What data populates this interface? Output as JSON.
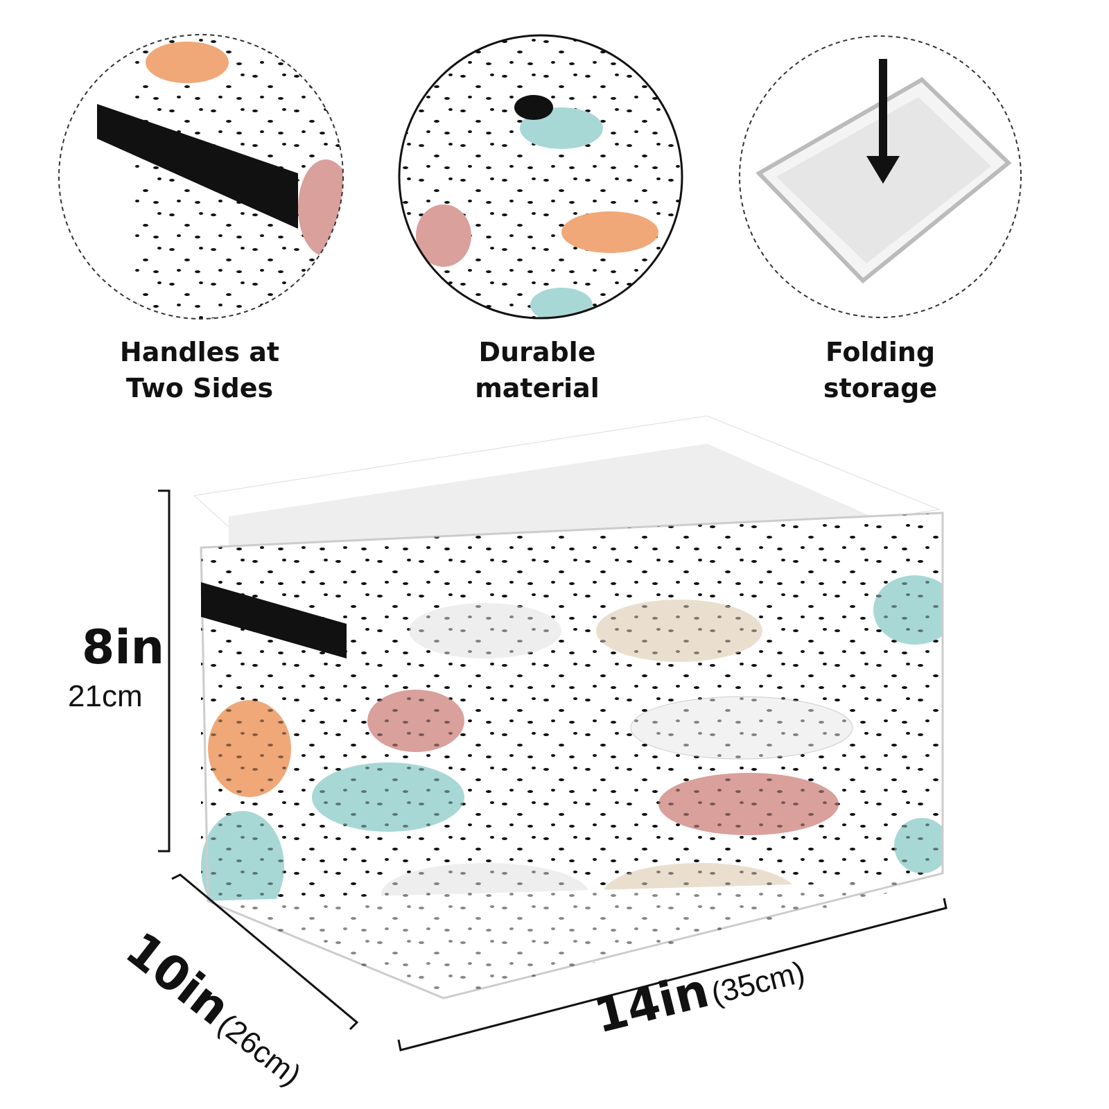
{
  "features": [
    {
      "line1": "Handles at",
      "line2": "Two Sides"
    },
    {
      "line1": "Durable",
      "line2": "material"
    },
    {
      "line1": "Folding",
      "line2": "storage"
    }
  ],
  "dimensions": {
    "height_in": "8in",
    "height_cm": "21cm",
    "depth_in": "10in",
    "depth_cm": "(26cm)",
    "width_in": "14in",
    "width_cm": "(35cm)"
  },
  "colors": {
    "pink": "#d9a09c",
    "mint": "#a8d8d6",
    "peach": "#f0a878",
    "cream": "#eadfcf",
    "black": "#111111"
  }
}
